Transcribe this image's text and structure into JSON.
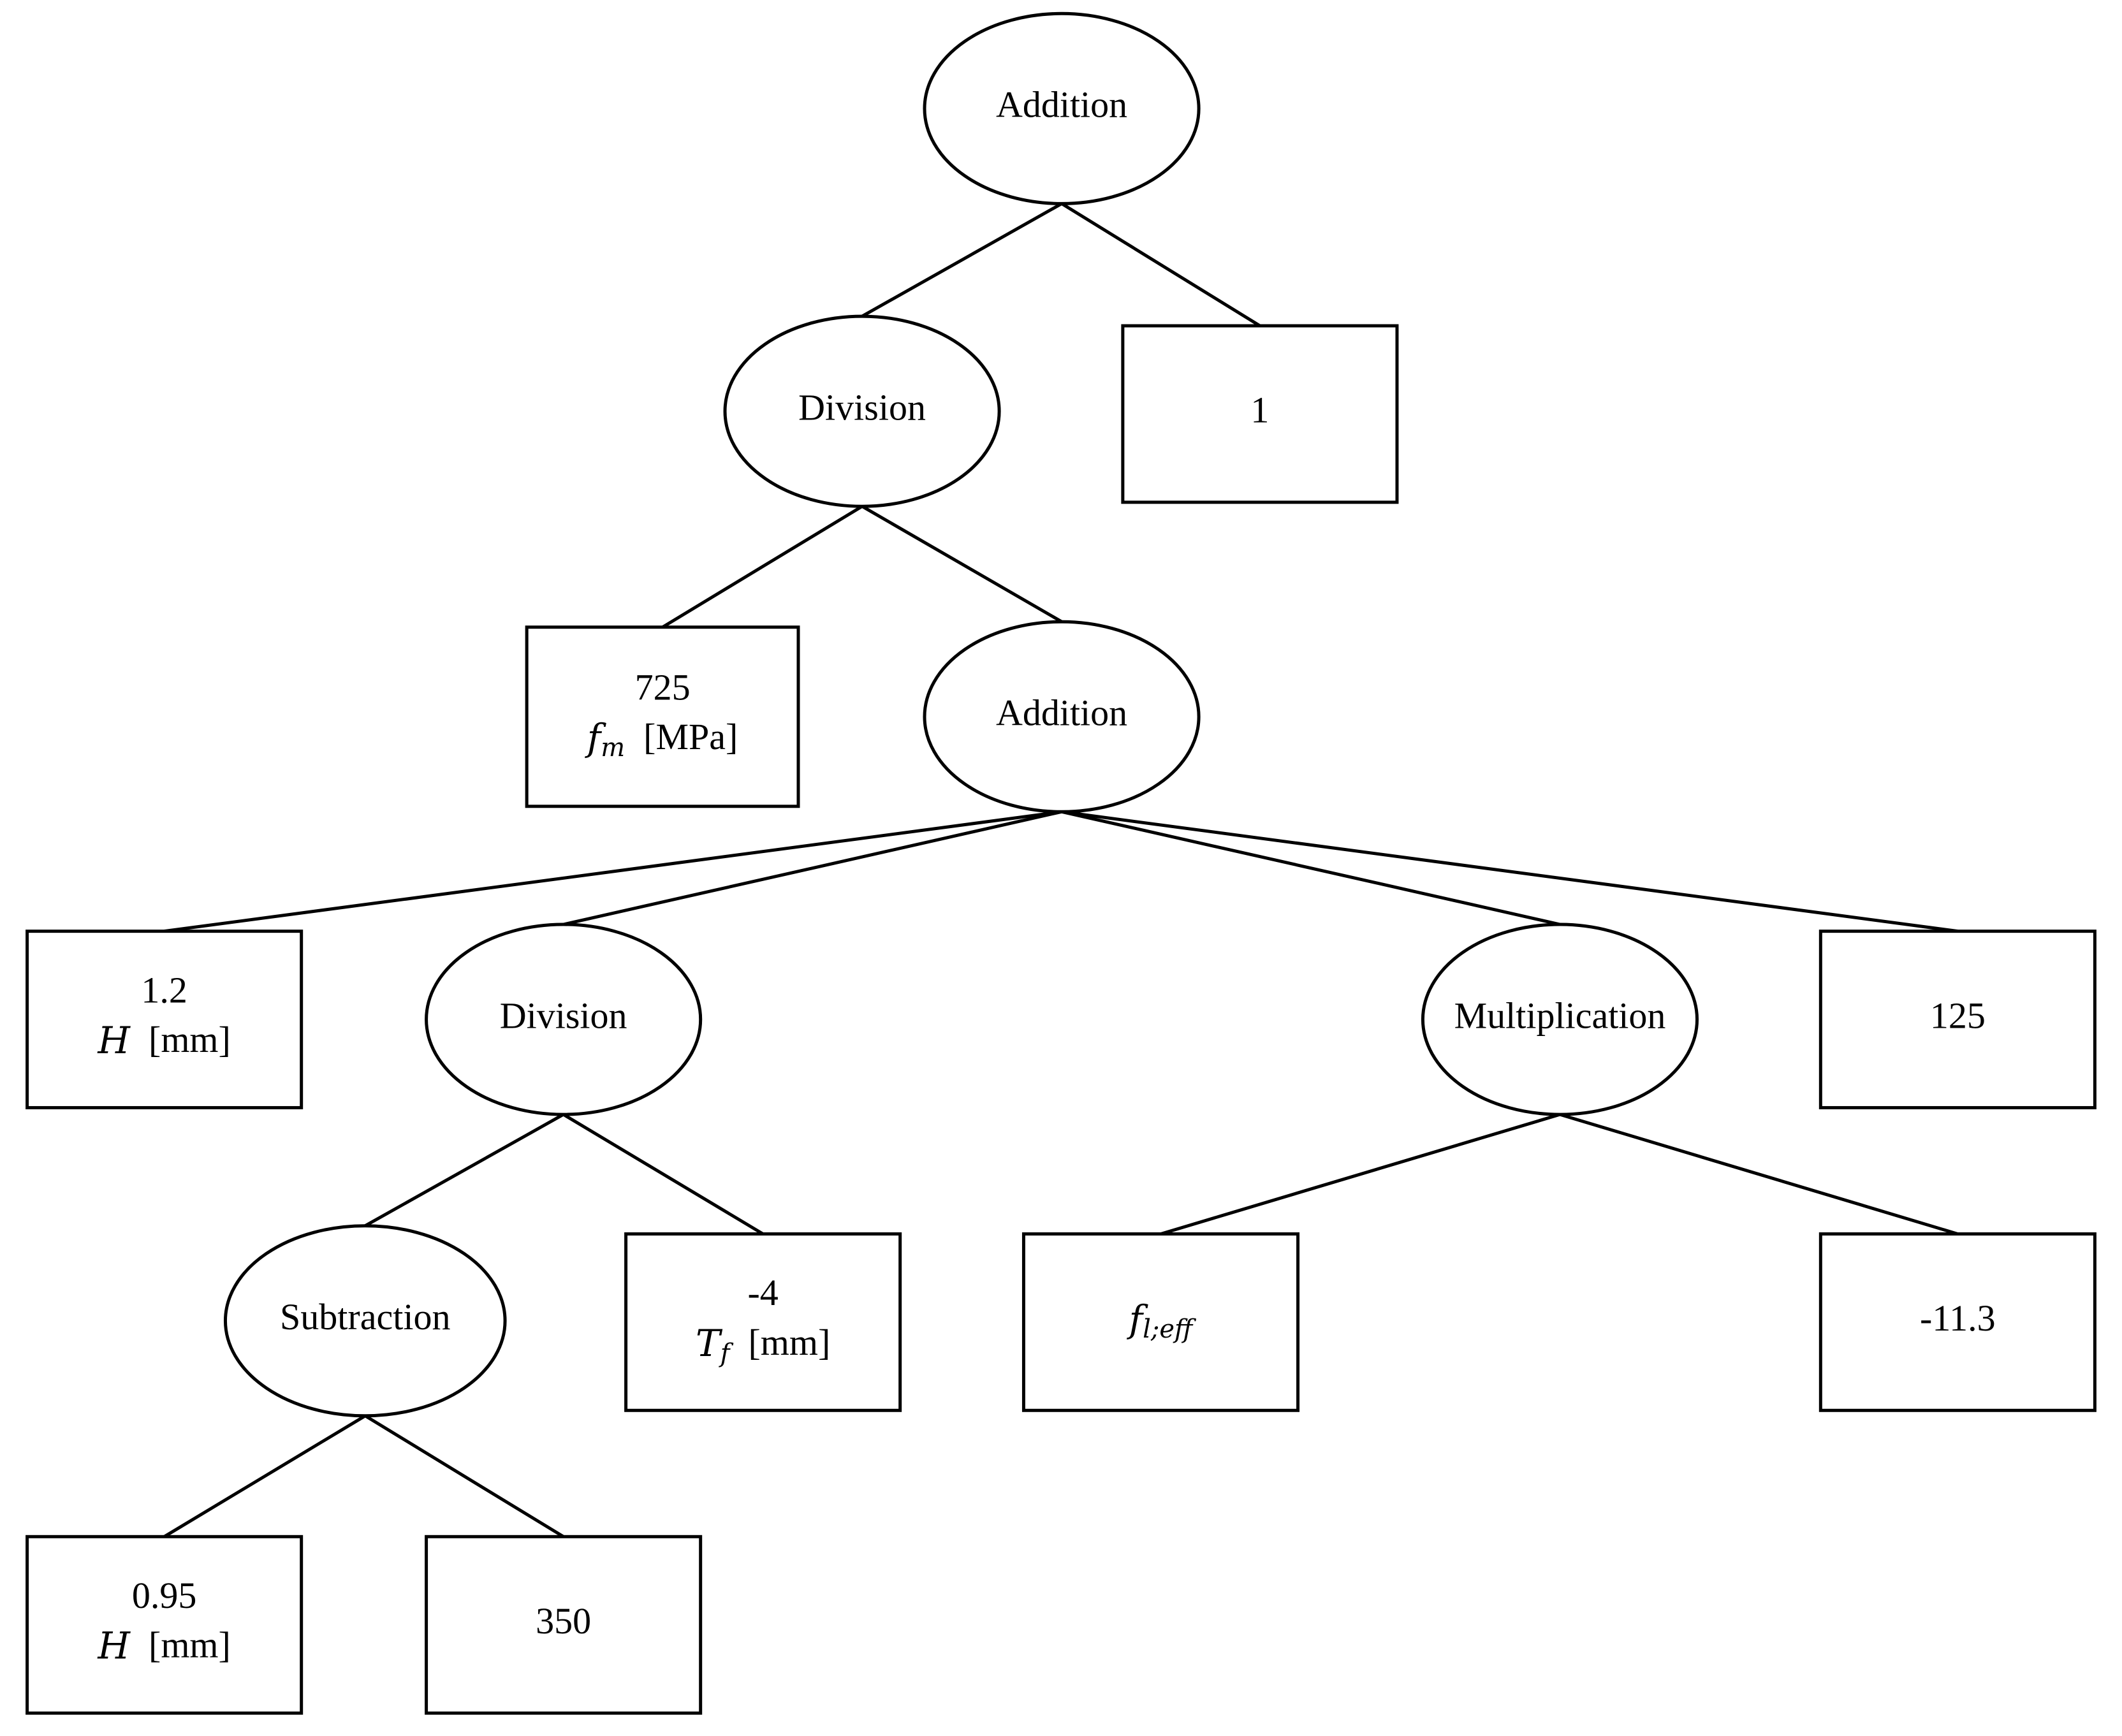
{
  "tree": {
    "nodes": [
      {
        "id": "root-addition",
        "kind": "operator",
        "label": "Addition"
      },
      {
        "id": "division-top",
        "kind": "operator",
        "label": "Division"
      },
      {
        "id": "leaf-one",
        "kind": "leaf",
        "value": "1"
      },
      {
        "id": "leaf-fm",
        "kind": "leaf",
        "value": "725",
        "symbol": "f",
        "symbol_sub": "m",
        "unit": "[MPa]"
      },
      {
        "id": "addition-inner",
        "kind": "operator",
        "label": "Addition"
      },
      {
        "id": "leaf-h-1",
        "kind": "leaf",
        "value": "1.2",
        "symbol": "H",
        "unit": "[mm]"
      },
      {
        "id": "division-inner",
        "kind": "operator",
        "label": "Division"
      },
      {
        "id": "multiplication",
        "kind": "operator",
        "label": "Multiplication"
      },
      {
        "id": "leaf-125",
        "kind": "leaf",
        "value": "125"
      },
      {
        "id": "subtraction",
        "kind": "operator",
        "label": "Subtraction"
      },
      {
        "id": "leaf-tf",
        "kind": "leaf",
        "value": "-4",
        "symbol": "T",
        "symbol_sub": "f",
        "unit": "[mm]"
      },
      {
        "id": "leaf-fleff",
        "kind": "leaf",
        "value": "",
        "symbol": "f",
        "symbol_sub": "l;eff"
      },
      {
        "id": "leaf-neg113",
        "kind": "leaf",
        "value": "-11.3"
      },
      {
        "id": "leaf-h-2",
        "kind": "leaf",
        "value": "0.95",
        "symbol": "H",
        "unit": "[mm]"
      },
      {
        "id": "leaf-350",
        "kind": "leaf",
        "value": "350"
      }
    ],
    "edges": [
      [
        "root-addition",
        "division-top"
      ],
      [
        "root-addition",
        "leaf-one"
      ],
      [
        "division-top",
        "leaf-fm"
      ],
      [
        "division-top",
        "addition-inner"
      ],
      [
        "addition-inner",
        "leaf-h-1"
      ],
      [
        "addition-inner",
        "division-inner"
      ],
      [
        "addition-inner",
        "multiplication"
      ],
      [
        "addition-inner",
        "leaf-125"
      ],
      [
        "division-inner",
        "subtraction"
      ],
      [
        "division-inner",
        "leaf-tf"
      ],
      [
        "multiplication",
        "leaf-fleff"
      ],
      [
        "multiplication",
        "leaf-neg113"
      ],
      [
        "subtraction",
        "leaf-h-2"
      ],
      [
        "subtraction",
        "leaf-350"
      ]
    ]
  }
}
